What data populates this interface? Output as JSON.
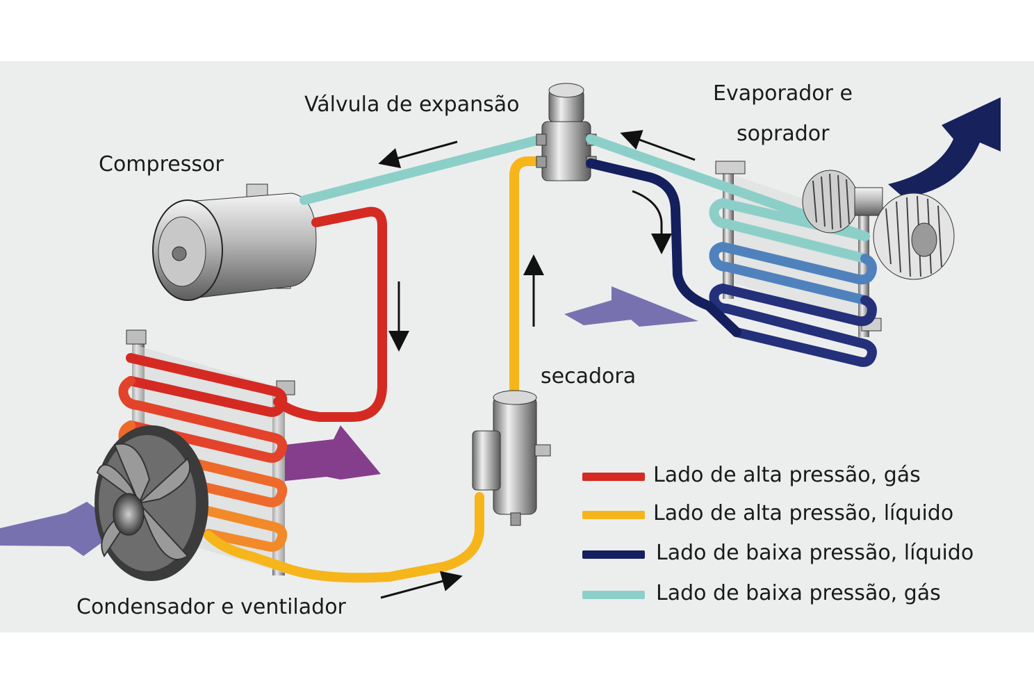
{
  "labels": {
    "valve": "Válvula de expansão",
    "evaporator_line1": "Evaporador e",
    "evaporator_line2": "soprador",
    "compressor": "Compressor",
    "dryer": "secadora",
    "condenser": "Condensador e ventilador"
  },
  "legend": [
    {
      "text": "Lado de alta pressão, gás",
      "color": "#d42a22"
    },
    {
      "text": "Lado de alta pressão, líquido",
      "color": "#f6b51a"
    },
    {
      "text": "Lado de baixa pressão, líquido",
      "color": "#141f5e"
    },
    {
      "text": "Lado de baixa pressão, gás",
      "color": "#8ccfc8"
    }
  ],
  "colors": {
    "high_gas": "#d42a22",
    "high_liquid": "#f6b51a",
    "low_liquid": "#141f5e",
    "low_gas": "#8ccfc8",
    "airflow_in": "#6a63a8",
    "airflow_hot": "#7a2a80",
    "airflow_cold": "#17215c",
    "background": "#eceeee"
  }
}
